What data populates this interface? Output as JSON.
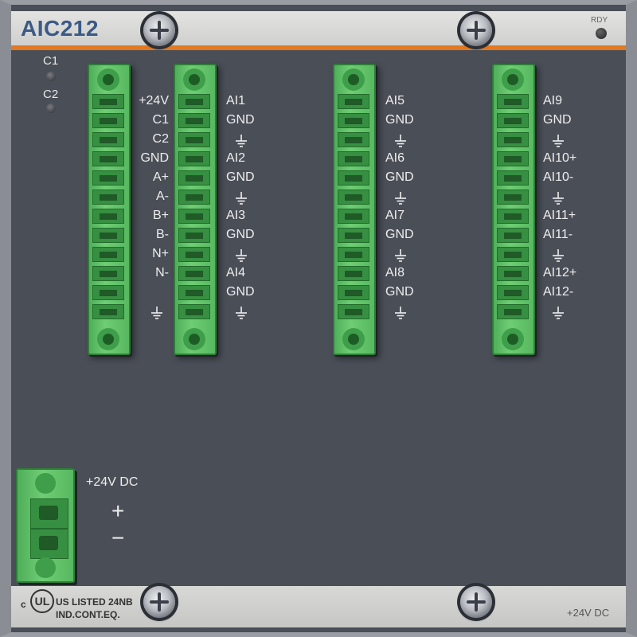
{
  "module": {
    "model": "AIC212",
    "rdy_label": "RDY",
    "led_labels": [
      "C1",
      "C2"
    ],
    "power_label": "+24V DC",
    "plus_symbol": "+",
    "minus_symbol": "−",
    "cert_prefix": "c",
    "cert_mark": "UL",
    "cert_line1": "US LISTED 24NB",
    "cert_line2": "IND.CONT.EQ.",
    "bottom_power": "+24V DC",
    "colors": {
      "accent": "#e4781f",
      "model_text": "#3b5a85",
      "terminal": "#5fbe66",
      "panel": "#4a4e57"
    }
  },
  "terminals": {
    "block1": [
      "+24V",
      "C1",
      "C2",
      "GND",
      "A+",
      "A-",
      "B+",
      "B-",
      "N+",
      "N-",
      "",
      "ground-icon"
    ],
    "block2": [
      "AI1",
      "GND",
      "ground-icon",
      "AI2",
      "GND",
      "ground-icon",
      "AI3",
      "GND",
      "ground-icon",
      "AI4",
      "GND",
      "ground-icon"
    ],
    "block3": [
      "AI5",
      "GND",
      "ground-icon",
      "AI6",
      "GND",
      "ground-icon",
      "AI7",
      "GND",
      "ground-icon",
      "AI8",
      "GND",
      "ground-icon"
    ],
    "block4": [
      "AI9",
      "GND",
      "ground-icon",
      "AI10+",
      "AI10-",
      "ground-icon",
      "AI11+",
      "AI11-",
      "ground-icon",
      "AI12+",
      "AI12-",
      "ground-icon"
    ]
  }
}
